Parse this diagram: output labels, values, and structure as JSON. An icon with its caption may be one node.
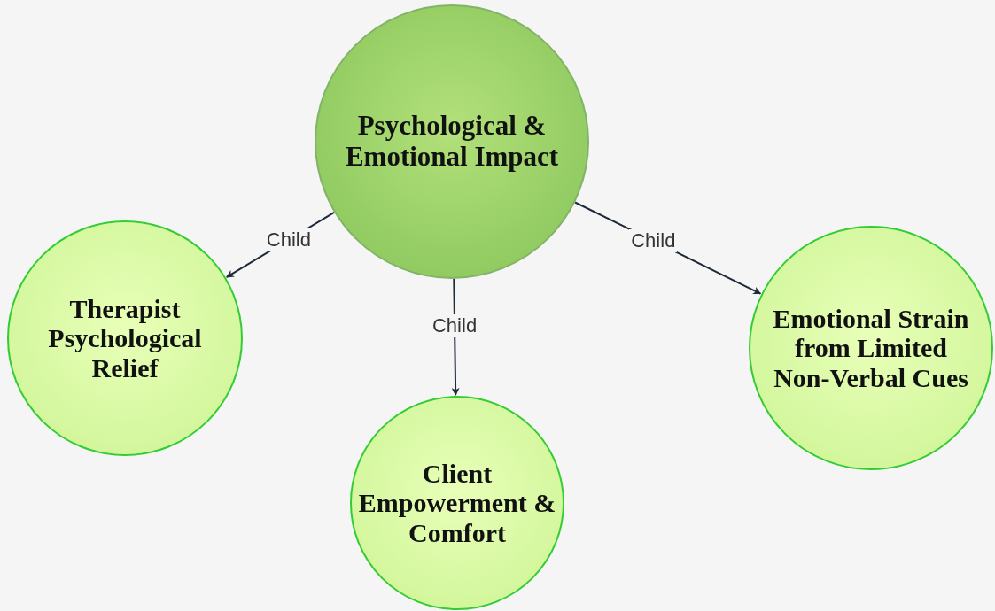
{
  "diagram": {
    "nodes": [
      {
        "text": [
          "Psychological & Emotional Impact"
        ]
      },
      {
        "text": [
          "Therapist Psychological Relief"
        ]
      },
      {
        "text": [
          "Client Empowerment & Comfort"
        ]
      },
      {
        "text": [
          "Emotional Strain from Limited Non-Verbal Cues"
        ]
      }
    ],
    "edges": [
      {
        "from": 0,
        "to": 1,
        "arrow": "to",
        "label": "Child"
      },
      {
        "from": 0,
        "to": 2,
        "arrow": "to",
        "label": "Child"
      },
      {
        "from": 0,
        "to": 3,
        "arrow": "to",
        "label": "Child"
      }
    ]
  }
}
